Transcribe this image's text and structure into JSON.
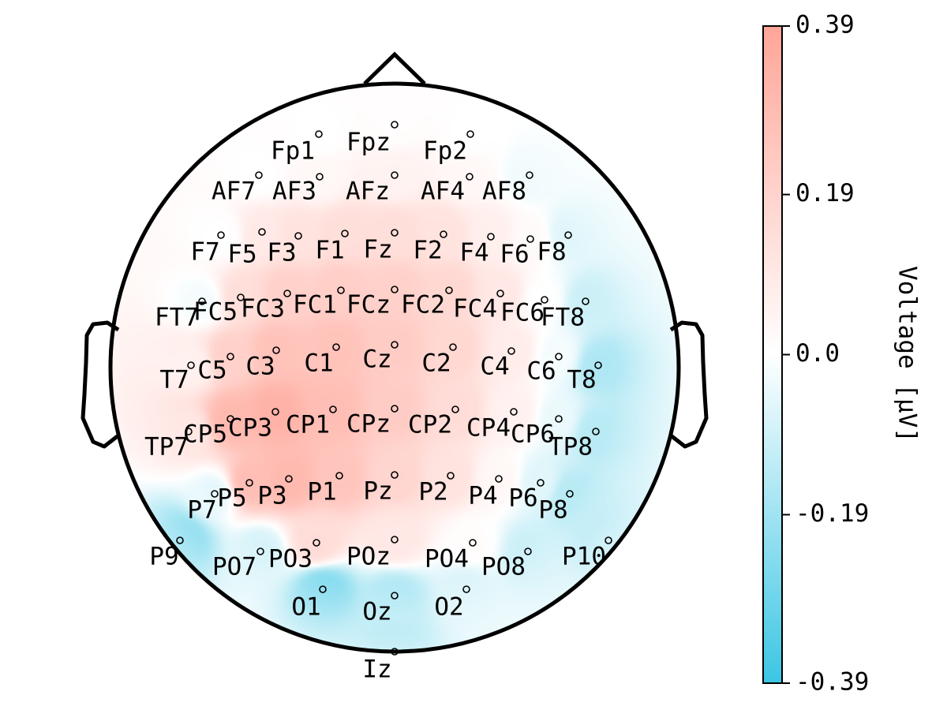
{
  "chart_data": {
    "type": "heatmap",
    "subtype": "eeg-topomap",
    "colorbar": {
      "label": "Voltage [µV]",
      "range": [
        -0.39,
        0.39
      ],
      "ticks": [
        0.39,
        0.19,
        0.0,
        -0.19,
        -0.39
      ],
      "tick_labels": [
        "0.39",
        "0.19",
        "0.0",
        "-0.19",
        "-0.39"
      ],
      "colors": {
        "low": "#3cc6e4",
        "mid": "#ffffff",
        "high": "#ffa598"
      }
    },
    "electrodes": [
      {
        "name": "Fp1",
        "value": 0.0
      },
      {
        "name": "Fpz",
        "value": 0.01
      },
      {
        "name": "Fp2",
        "value": 0.0
      },
      {
        "name": "AF7",
        "value": 0.0
      },
      {
        "name": "AF3",
        "value": 0.03
      },
      {
        "name": "AFz",
        "value": 0.05
      },
      {
        "name": "AF4",
        "value": 0.03
      },
      {
        "name": "AF8",
        "value": -0.03
      },
      {
        "name": "F7",
        "value": 0.0
      },
      {
        "name": "F5",
        "value": 0.09
      },
      {
        "name": "F3",
        "value": 0.12
      },
      {
        "name": "F1",
        "value": 0.14
      },
      {
        "name": "Fz",
        "value": 0.14
      },
      {
        "name": "F2",
        "value": 0.12
      },
      {
        "name": "F4",
        "value": 0.07
      },
      {
        "name": "F6",
        "value": 0.02
      },
      {
        "name": "F8",
        "value": -0.06
      },
      {
        "name": "FT7",
        "value": -0.02
      },
      {
        "name": "FC5",
        "value": 0.14
      },
      {
        "name": "FC3",
        "value": 0.2
      },
      {
        "name": "FC1",
        "value": 0.21
      },
      {
        "name": "FCz",
        "value": 0.2
      },
      {
        "name": "FC2",
        "value": 0.17
      },
      {
        "name": "FC4",
        "value": 0.1
      },
      {
        "name": "FC6",
        "value": 0.0
      },
      {
        "name": "FT8",
        "value": -0.1
      },
      {
        "name": "T7",
        "value": 0.06
      },
      {
        "name": "C5",
        "value": 0.2
      },
      {
        "name": "C3",
        "value": 0.26
      },
      {
        "name": "C1",
        "value": 0.26
      },
      {
        "name": "Cz",
        "value": 0.22
      },
      {
        "name": "C2",
        "value": 0.17
      },
      {
        "name": "C4",
        "value": 0.08
      },
      {
        "name": "C6",
        "value": -0.02
      },
      {
        "name": "T8",
        "value": -0.16
      },
      {
        "name": "TP7",
        "value": 0.1
      },
      {
        "name": "CP5",
        "value": 0.3
      },
      {
        "name": "CP3",
        "value": 0.33
      },
      {
        "name": "CP1",
        "value": 0.28
      },
      {
        "name": "CPz",
        "value": 0.22
      },
      {
        "name": "CP2",
        "value": 0.15
      },
      {
        "name": "CP4",
        "value": 0.06
      },
      {
        "name": "CP6",
        "value": -0.04
      },
      {
        "name": "TP8",
        "value": -0.14
      },
      {
        "name": "P7",
        "value": -0.05
      },
      {
        "name": "P5",
        "value": 0.28
      },
      {
        "name": "P3",
        "value": 0.3
      },
      {
        "name": "P1",
        "value": 0.25
      },
      {
        "name": "Pz",
        "value": 0.18
      },
      {
        "name": "P2",
        "value": 0.12
      },
      {
        "name": "P4",
        "value": 0.03
      },
      {
        "name": "P6",
        "value": -0.06
      },
      {
        "name": "P8",
        "value": -0.14
      },
      {
        "name": "P9",
        "value": -0.3
      },
      {
        "name": "PO7",
        "value": -0.08
      },
      {
        "name": "PO3",
        "value": 0.15
      },
      {
        "name": "POz",
        "value": 0.1
      },
      {
        "name": "PO4",
        "value": 0.01
      },
      {
        "name": "PO8",
        "value": -0.1
      },
      {
        "name": "P10",
        "value": -0.16
      },
      {
        "name": "O1",
        "value": -0.24
      },
      {
        "name": "Oz",
        "value": -0.15
      },
      {
        "name": "O2",
        "value": -0.07
      },
      {
        "name": "Iz",
        "value": -0.2
      }
    ]
  }
}
